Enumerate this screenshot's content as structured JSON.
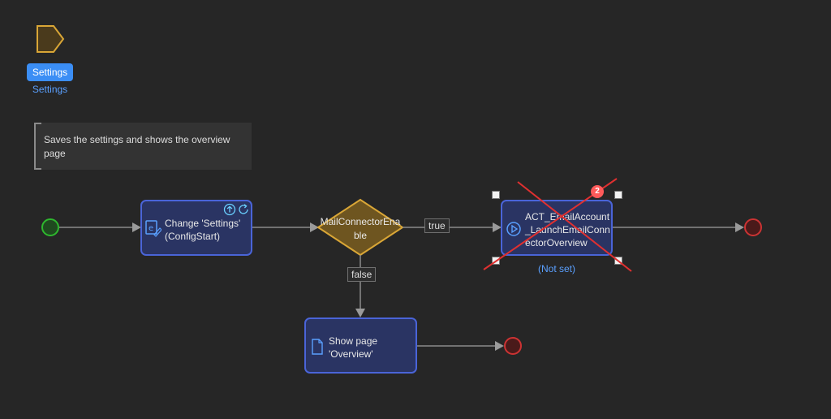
{
  "parameter": {
    "label": "Settings",
    "name": "Settings"
  },
  "annotation": {
    "text": "Saves the settings and shows the overview page"
  },
  "activities": {
    "change": {
      "line1": "Change 'Settings'",
      "line2": "(ConfigStart)"
    },
    "call": {
      "line1": "ACT_EmailAccount",
      "line2": "_LaunchEmailConn",
      "line3": "ectorOverview",
      "caption": "(Not set)",
      "error_count": "2"
    },
    "show_page": {
      "line1": "Show page",
      "line2": "'Overview'"
    }
  },
  "decision": {
    "line1": "MailConnectorEna",
    "line2": "ble"
  },
  "flows": {
    "true_label": "true",
    "false_label": "false"
  },
  "colors": {
    "background": "#262626",
    "activity_fill": "#2a3463",
    "activity_border": "#4a64d8",
    "decision_fill": "#6e5520",
    "decision_border": "#d9a636",
    "start_event": "#2eb82e",
    "end_event": "#cc3333",
    "error_cross": "#e03030",
    "accent": "#3b8ef5"
  }
}
